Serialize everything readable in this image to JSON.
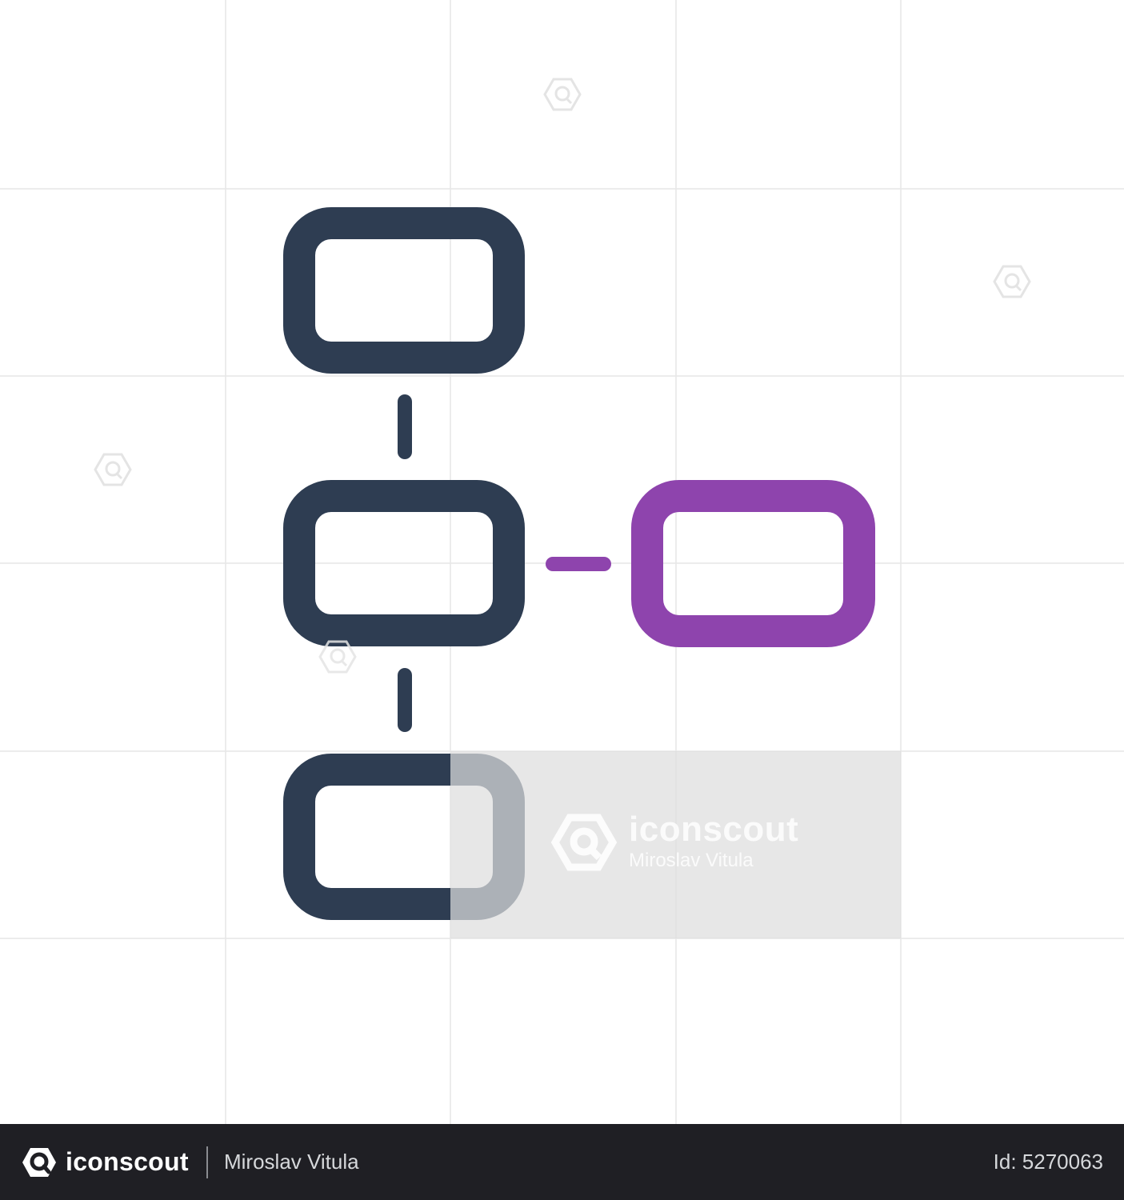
{
  "colors": {
    "background": "#ffffff",
    "grid_line": "#e6e6e6",
    "node_dark": "#2e3d52",
    "node_accent": "#8e44ad",
    "watermark_box": "#dedede",
    "footer_background": "#1f1f24"
  },
  "diagram": {
    "nodes": [
      {
        "id": "node-top",
        "color_role": "node_dark"
      },
      {
        "id": "node-middle",
        "color_role": "node_dark"
      },
      {
        "id": "node-bottom",
        "color_role": "node_dark"
      },
      {
        "id": "node-right",
        "color_role": "node_accent"
      }
    ],
    "edges": [
      {
        "from": "node-top",
        "to": "node-middle"
      },
      {
        "from": "node-middle",
        "to": "node-bottom"
      },
      {
        "from": "node-middle",
        "to": "node-right"
      }
    ]
  },
  "watermark": {
    "brand": "iconscout",
    "author": "Miroslav Vitula",
    "icon": "iconscout-logo-icon"
  },
  "footer": {
    "brand": "iconscout",
    "author": "Miroslav Vitula",
    "asset_id": "Id: 5270063",
    "icon": "iconscout-logo-icon"
  }
}
